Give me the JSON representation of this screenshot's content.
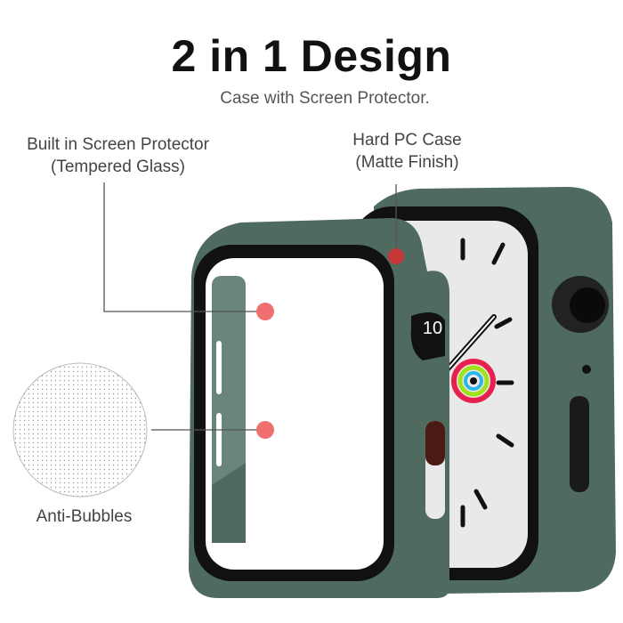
{
  "header": {
    "title": "2 in 1 Design",
    "subtitle": "Case with Screen Protector."
  },
  "callouts": {
    "screen_protector": {
      "line1": "Built in Screen Protector",
      "line2": "(Tempered Glass)"
    },
    "pc_case": {
      "line1": "Hard PC Case",
      "line2": "(Matte Finish)"
    },
    "anti_bubbles": {
      "label": "Anti-Bubbles"
    }
  },
  "watch_face": {
    "complication_number": "10"
  },
  "colors": {
    "case_green": "#4f6b60",
    "callout_dot": "#f07070",
    "callout_dot_dark": "#c43838",
    "bezel": "#111111"
  }
}
